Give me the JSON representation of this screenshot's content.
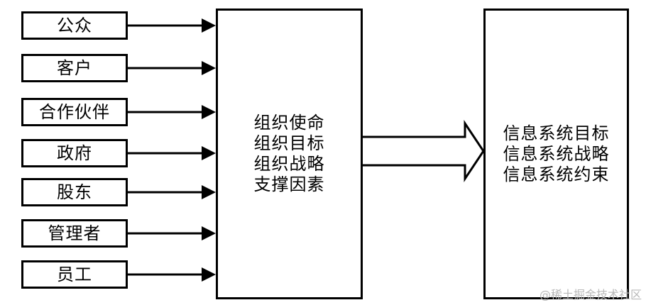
{
  "sources": [
    {
      "label": "公众"
    },
    {
      "label": "客户"
    },
    {
      "label": "合作伙伴"
    },
    {
      "label": "政府"
    },
    {
      "label": "股东"
    },
    {
      "label": "管理者"
    },
    {
      "label": "员工"
    }
  ],
  "center": {
    "lines": [
      "组织使命",
      "组织目标",
      "组织战略",
      "支撑因素"
    ]
  },
  "right": {
    "lines": [
      "信息系统目标",
      "信息系统战略",
      "信息系统约束"
    ]
  },
  "watermark": "@稀土掘金技术社区"
}
